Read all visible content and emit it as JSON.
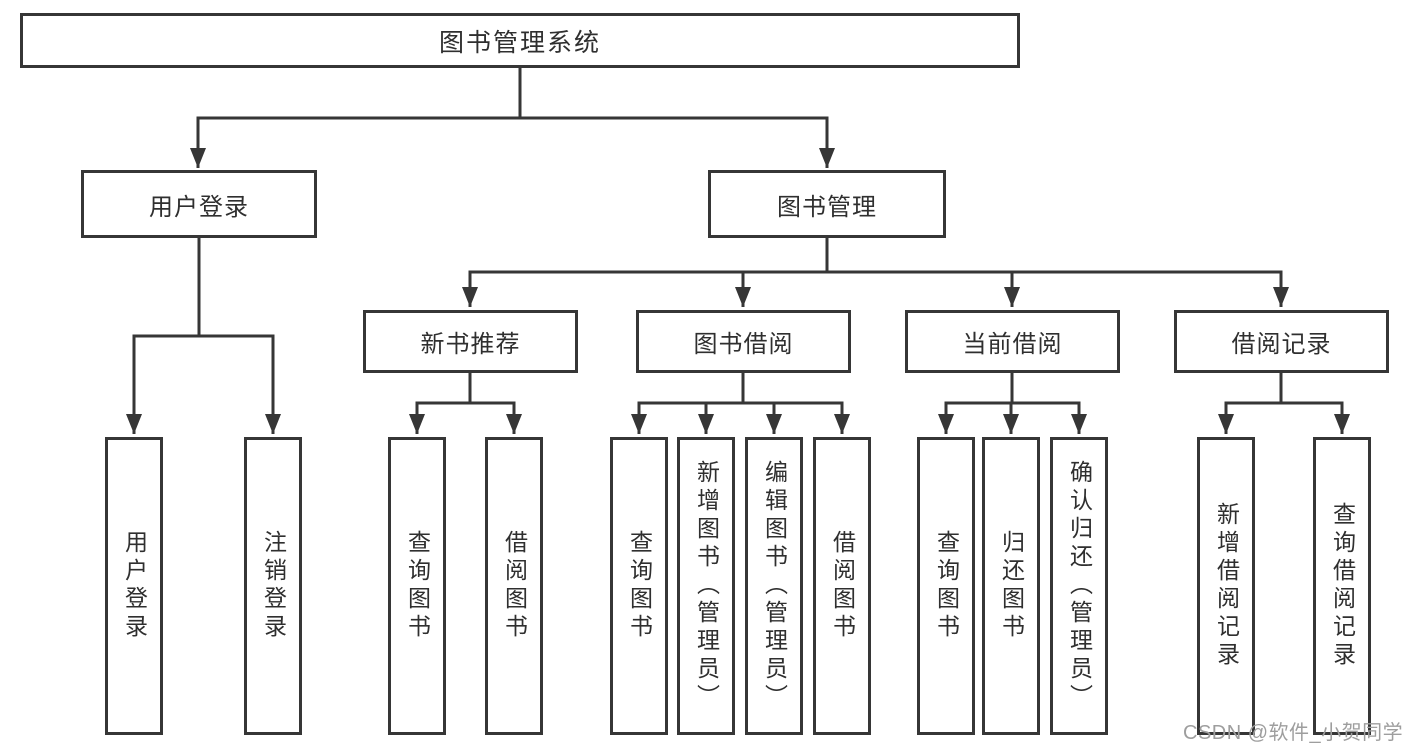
{
  "diagram": {
    "root": {
      "label": "图书管理系统"
    },
    "level2": [
      {
        "label": "用户登录",
        "children": [
          {
            "label": "用户登录"
          },
          {
            "label": "注销登录"
          }
        ]
      },
      {
        "label": "图书管理",
        "children": [
          {
            "label": "新书推荐",
            "children": [
              {
                "label": "查询图书"
              },
              {
                "label": "借阅图书"
              }
            ]
          },
          {
            "label": "图书借阅",
            "children": [
              {
                "label": "查询图书"
              },
              {
                "label": "新增图书（管理员）"
              },
              {
                "label": "编辑图书（管理员）"
              },
              {
                "label": "借阅图书"
              }
            ]
          },
          {
            "label": "当前借阅",
            "children": [
              {
                "label": "查询图书"
              },
              {
                "label": "归还图书"
              },
              {
                "label": "确认归还（管理员）"
              }
            ]
          },
          {
            "label": "借阅记录",
            "children": [
              {
                "label": "新增借阅记录"
              },
              {
                "label": "查询借阅记录"
              }
            ]
          }
        ]
      }
    ]
  },
  "watermark": {
    "text": "CSDN @软件_小贺同学"
  },
  "colors": {
    "line": "#363636",
    "text": "#2f2f2f",
    "background": "#ffffff",
    "watermark": "#9e9e9e"
  }
}
